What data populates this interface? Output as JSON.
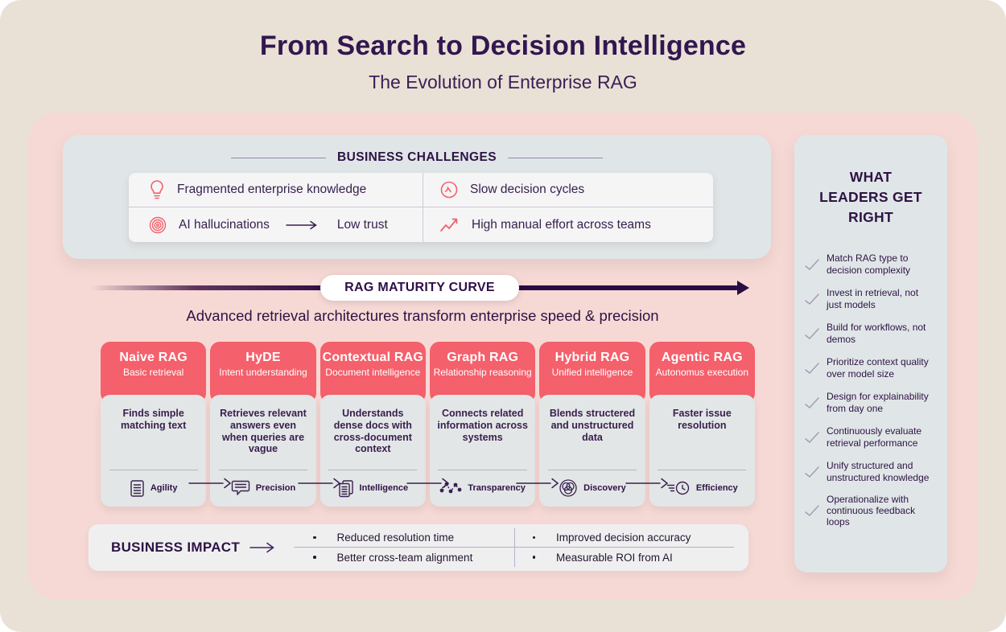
{
  "page": {
    "title": "From Search to Decision Intelligence",
    "subtitle": "The Evolution of Enterprise RAG"
  },
  "challenges": {
    "heading": "BUSINESS CHALLENGES",
    "items": [
      {
        "icon": "lightbulb-icon",
        "text": "Fragmented enterprise knowledge"
      },
      {
        "icon": "gauge-icon",
        "text": "Slow decision cycles"
      },
      {
        "icon": "spiral-icon",
        "text": "AI hallucinations",
        "arrow_to": "Low trust"
      },
      {
        "icon": "trend-icon",
        "text": "High manual effort across teams"
      }
    ]
  },
  "maturity": {
    "pill_label": "RAG MATURITY CURVE",
    "tagline": "Advanced retrieval architectures transform enterprise speed & precision",
    "stages": [
      {
        "name": "Naive RAG",
        "subtitle": "Basic retrieval",
        "description": "Finds simple matching text",
        "benefit": "Agility",
        "icon": "document-icon"
      },
      {
        "name": "HyDE",
        "subtitle": "Intent understanding",
        "description": "Retrieves relevant answers even when queries are vague",
        "benefit": "Precision",
        "icon": "chat-bubble-icon"
      },
      {
        "name": "Contextual RAG",
        "subtitle": "Document intelligence",
        "description": "Understands dense docs with cross-document context",
        "benefit": "Intelligence",
        "icon": "stacked-documents-icon"
      },
      {
        "name": "Graph RAG",
        "subtitle": "Relationship reasoning",
        "description": "Connects related information across systems",
        "benefit": "Transparency",
        "icon": "network-nodes-icon"
      },
      {
        "name": "Hybrid RAG",
        "subtitle": "Unified intelligence",
        "description": "Blends structered and unstructured data",
        "benefit": "Discovery",
        "icon": "venn-icon"
      },
      {
        "name": "Agentic RAG",
        "subtitle": "Autonomus execution",
        "description": "Faster issue resolution",
        "benefit": "Efficiency",
        "icon": "clock-speed-icon"
      }
    ]
  },
  "impact": {
    "heading": "BUSINESS IMPACT",
    "items": [
      "Reduced resolution time",
      "Improved decision accuracy",
      "Better cross-team alignment",
      "Measurable ROI from AI"
    ]
  },
  "leaders": {
    "heading": "WHAT LEADERS GET RIGHT",
    "items": [
      "Match RAG type to decision complexity",
      "Invest in retrieval, not just models",
      "Build for workflows, not demos",
      "Prioritize context quality over model size",
      "Design for explainability from day one",
      "Continuously evaluate retrieval performance",
      "Unify structured and unstructured knowledge",
      "Operationalize with continuous feedback loops"
    ]
  },
  "colors": {
    "accent_coral": "#f4606b",
    "ink_purple": "#2e1245",
    "panel_gray": "#e0e6e7",
    "container_pink": "#f6d9d5",
    "page_cream": "#e9e1d5",
    "arrow_dark": "#2a0c44"
  }
}
